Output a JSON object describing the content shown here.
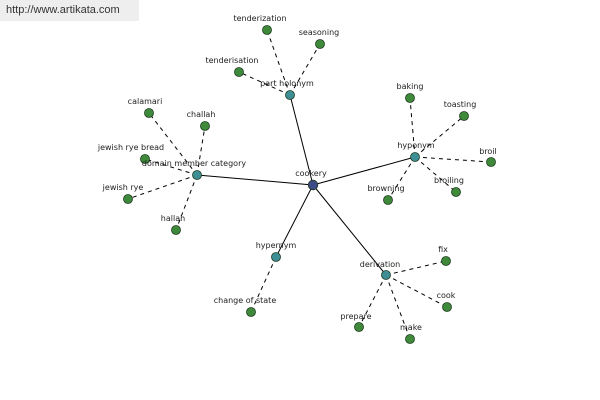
{
  "watermark": "http://www.artikata.com",
  "colors": {
    "center_node": "#3c4a86",
    "relation_node": "#3e8f95",
    "leaf_node": "#3f8a3a",
    "node_outline": "#1e3a1e",
    "solid_edge": "#000000",
    "dashed_edge": "#000000"
  },
  "graph": {
    "center": {
      "id": "cookery",
      "label": "cookery"
    },
    "relations": [
      {
        "id": "part_holonym",
        "label": "part holonym",
        "terms": [
          "tenderization",
          "seasoning",
          "tenderisation"
        ]
      },
      {
        "id": "hyponym",
        "label": "hyponym",
        "terms": [
          "baking",
          "toasting",
          "broil",
          "broiling",
          "browning"
        ]
      },
      {
        "id": "domain_member_category",
        "label": "domain member category",
        "terms": [
          "calamari",
          "challah",
          "jewish rye bread",
          "jewish rye",
          "hallah"
        ]
      },
      {
        "id": "hypernym",
        "label": "hypernym",
        "terms": [
          "change of state"
        ]
      },
      {
        "id": "derivation",
        "label": "derivation",
        "terms": [
          "fix",
          "cook",
          "make",
          "prepare"
        ]
      }
    ]
  }
}
